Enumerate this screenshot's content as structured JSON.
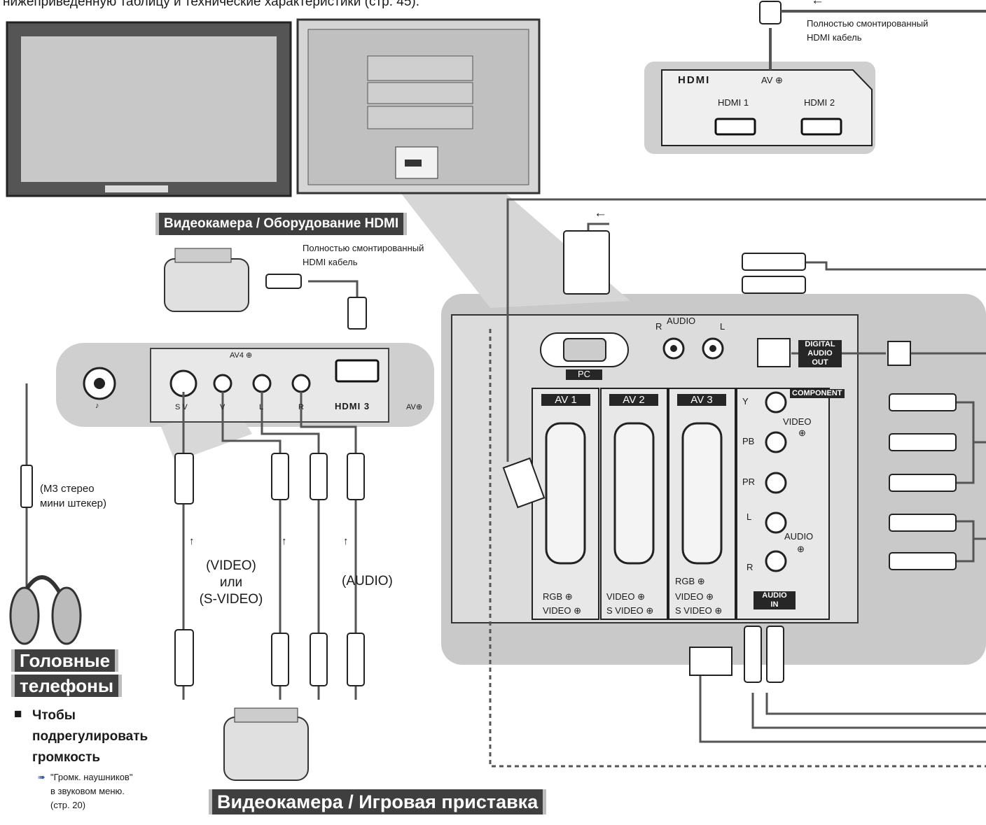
{
  "header": {
    "intro_fragment": "нижеприведенную таблицу и технические характеристики (стр. 45)."
  },
  "hdmi_panel": {
    "cable_note": [
      "Полностью смонтированный",
      "HDMI кабель"
    ],
    "logo": "HDMI",
    "av_label": "AV ⊕",
    "port1": "HDMI 1",
    "port2": "HDMI 2"
  },
  "camera_section": {
    "banner": "Видеокамера / Оборудование HDMI",
    "cable_note": [
      "Полностью смонтированный",
      "HDMI кабель"
    ]
  },
  "front_panel": {
    "av4_label": "AV4 ⊕",
    "sv": "S V",
    "v": "V",
    "l": "L",
    "r": "R",
    "hdmi3": "HDMI 3",
    "hdmi3_av": "AV⊕",
    "headphone_mark": "♪"
  },
  "labels": {
    "mini_plug": [
      "(M3 стерео",
      "мини штекер)"
    ],
    "video_svideo": [
      "(VIDEO)",
      "или",
      "(S-VIDEO)"
    ],
    "audio": "(AUDIO)"
  },
  "headphones": {
    "title_line1": "Головные",
    "title_line2": "телефоны",
    "bullet": "■",
    "adjust": [
      "Чтобы",
      "подрегулировать",
      "громкость"
    ],
    "note": [
      "\"Громк. наушников\"",
      "в звуковом меню.",
      "(стр. 20)"
    ]
  },
  "bottom_banner": "Видеокамера / Игровая приставка",
  "rear_panel": {
    "pc": "PC",
    "audio_top": "AUDIO",
    "audio_r": "R",
    "audio_l": "L",
    "digital": [
      "DIGITAL",
      "AUDIO",
      "OUT"
    ],
    "av1": "AV 1",
    "av2": "AV 2",
    "av3": "AV 3",
    "av1_rgb": "RGB ⊕",
    "av1_video": "VIDEO ⊕",
    "av2_video": "VIDEO ⊕",
    "av2_svideo": "S VIDEO ⊕",
    "av3_rgb": "RGB ⊕",
    "av3_video": "VIDEO ⊕",
    "av3_svideo": "S VIDEO ⊕",
    "component": "COMPONENT",
    "y": "Y",
    "pb": "PB",
    "pr": "PR",
    "comp_video": "VIDEO",
    "comp_in": "⊕",
    "audio_r_lower": "R",
    "audio_label": "AUDIO",
    "audio_in_mark": "⊕",
    "audio_in": [
      "AUDIO",
      "IN"
    ]
  },
  "arrows": {
    "left": "←",
    "up": "↑"
  }
}
